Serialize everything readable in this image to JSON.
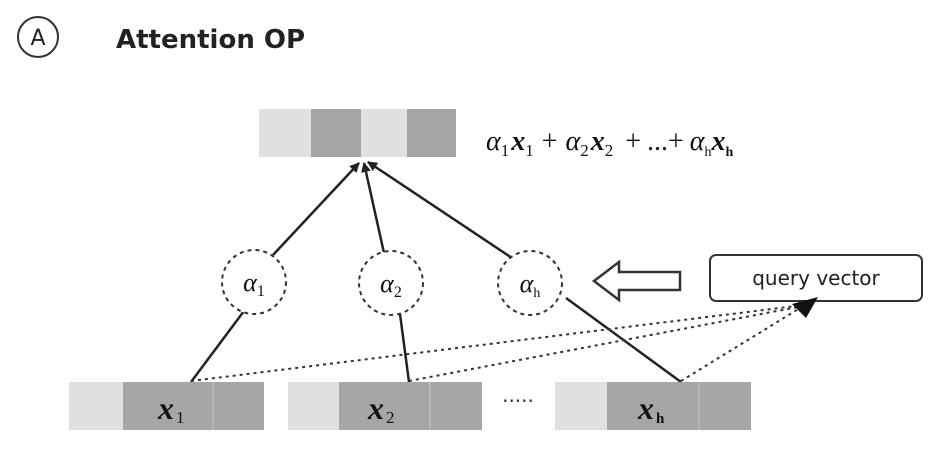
{
  "panel": {
    "letter": "A",
    "title": "Attention OP"
  },
  "output": {
    "formula": {
      "a1": "α",
      "s1": "1",
      "x1": "x",
      "xs1": "1",
      "plus1": "+",
      "a2": "α",
      "s2": "2",
      "x2": "x",
      "xs2": "2",
      "plus2": "+",
      "dots": "...",
      "plus3": "+",
      "ah": "α",
      "sh": "h",
      "xh": "x",
      "xsh": "h"
    }
  },
  "weights": [
    {
      "symbol": "α",
      "sub": "1"
    },
    {
      "symbol": "α",
      "sub": "2"
    },
    {
      "symbol": "α",
      "sub": "h"
    }
  ],
  "query": {
    "label": "query vector"
  },
  "inputs": [
    {
      "symbol": "x",
      "sub": "1"
    },
    {
      "symbol": "x",
      "sub": "2"
    },
    {
      "symbol": "x",
      "sub": "h"
    }
  ],
  "ellipsis": "·····",
  "colors": {
    "light_cell": "#e0e0e0",
    "dark_cell": "#a6a6a6",
    "stroke": "#333333"
  }
}
